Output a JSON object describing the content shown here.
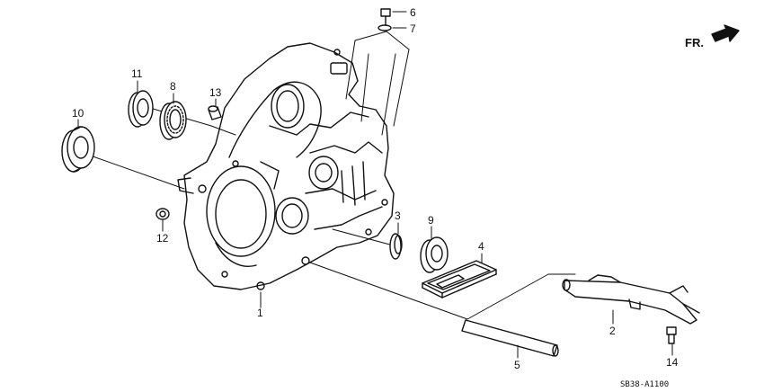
{
  "diagram": {
    "callouts": [
      "1",
      "2",
      "3",
      "4",
      "5",
      "6",
      "7",
      "8",
      "9",
      "10",
      "11",
      "12",
      "13",
      "14"
    ],
    "direction_label": "FR.",
    "drawing_code": "SB38-A1100"
  }
}
